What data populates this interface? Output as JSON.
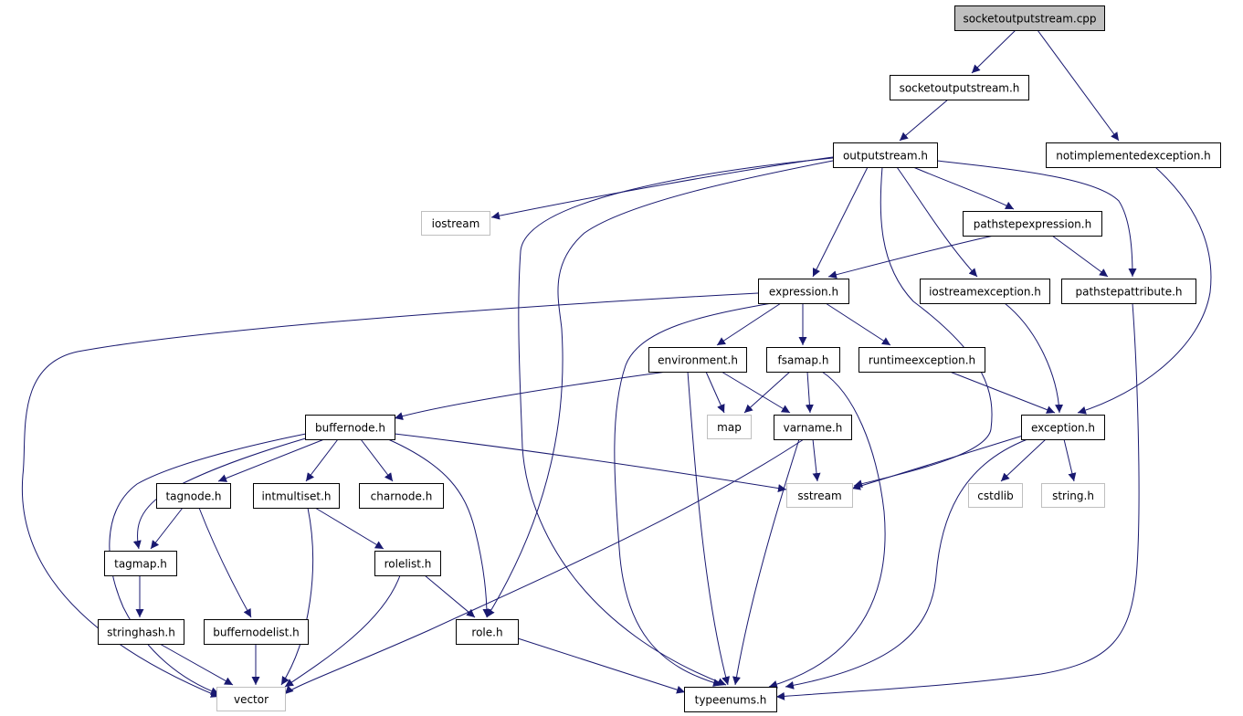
{
  "graph": {
    "colors": {
      "edge": "#191970",
      "root_fill": "#bfbfbf",
      "external_border": "#bfbfbf",
      "node_border": "#000000"
    },
    "nodes": [
      {
        "id": "socketoutputstream_cpp",
        "label": "socketoutputstream.cpp",
        "kind": "root"
      },
      {
        "id": "socketoutputstream_h",
        "label": "socketoutputstream.h",
        "kind": "file"
      },
      {
        "id": "outputstream_h",
        "label": "outputstream.h",
        "kind": "file"
      },
      {
        "id": "notimplementedexception_h",
        "label": "notimplementedexception.h",
        "kind": "file"
      },
      {
        "id": "iostream",
        "label": "iostream",
        "kind": "external"
      },
      {
        "id": "pathstepexpression_h",
        "label": "pathstepexpression.h",
        "kind": "file"
      },
      {
        "id": "expression_h",
        "label": "expression.h",
        "kind": "file"
      },
      {
        "id": "iostreamexception_h",
        "label": "iostreamexception.h",
        "kind": "file"
      },
      {
        "id": "pathstepattribute_h",
        "label": "pathstepattribute.h",
        "kind": "file"
      },
      {
        "id": "environment_h",
        "label": "environment.h",
        "kind": "file"
      },
      {
        "id": "fsamap_h",
        "label": "fsamap.h",
        "kind": "file"
      },
      {
        "id": "runtimeexception_h",
        "label": "runtimeexception.h",
        "kind": "file"
      },
      {
        "id": "buffernode_h",
        "label": "buffernode.h",
        "kind": "file"
      },
      {
        "id": "map",
        "label": "map",
        "kind": "external"
      },
      {
        "id": "varname_h",
        "label": "varname.h",
        "kind": "file"
      },
      {
        "id": "exception_h",
        "label": "exception.h",
        "kind": "file"
      },
      {
        "id": "tagnode_h",
        "label": "tagnode.h",
        "kind": "file"
      },
      {
        "id": "intmultiset_h",
        "label": "intmultiset.h",
        "kind": "file"
      },
      {
        "id": "charnode_h",
        "label": "charnode.h",
        "kind": "file"
      },
      {
        "id": "sstream",
        "label": "sstream",
        "kind": "external"
      },
      {
        "id": "cstdlib",
        "label": "cstdlib",
        "kind": "external"
      },
      {
        "id": "string_h",
        "label": "string.h",
        "kind": "external"
      },
      {
        "id": "tagmap_h",
        "label": "tagmap.h",
        "kind": "file"
      },
      {
        "id": "rolelist_h",
        "label": "rolelist.h",
        "kind": "file"
      },
      {
        "id": "stringhash_h",
        "label": "stringhash.h",
        "kind": "file"
      },
      {
        "id": "buffernodelist_h",
        "label": "buffernodelist.h",
        "kind": "file"
      },
      {
        "id": "role_h",
        "label": "role.h",
        "kind": "file"
      },
      {
        "id": "vector",
        "label": "vector",
        "kind": "external"
      },
      {
        "id": "typeenums_h",
        "label": "typeenums.h",
        "kind": "file"
      }
    ],
    "edges": [
      [
        "socketoutputstream_cpp",
        "socketoutputstream_h"
      ],
      [
        "socketoutputstream_cpp",
        "notimplementedexception_h"
      ],
      [
        "socketoutputstream_h",
        "outputstream_h"
      ],
      [
        "outputstream_h",
        "iostream"
      ],
      [
        "outputstream_h",
        "typeenums_h"
      ],
      [
        "outputstream_h",
        "role_h"
      ],
      [
        "outputstream_h",
        "expression_h"
      ],
      [
        "outputstream_h",
        "sstream"
      ],
      [
        "outputstream_h",
        "iostreamexception_h"
      ],
      [
        "outputstream_h",
        "pathstepexpression_h"
      ],
      [
        "outputstream_h",
        "pathstepattribute_h"
      ],
      [
        "notimplementedexception_h",
        "exception_h"
      ],
      [
        "pathstepexpression_h",
        "expression_h"
      ],
      [
        "pathstepexpression_h",
        "pathstepattribute_h"
      ],
      [
        "expression_h",
        "vector"
      ],
      [
        "expression_h",
        "typeenums_h"
      ],
      [
        "expression_h",
        "environment_h"
      ],
      [
        "expression_h",
        "fsamap_h"
      ],
      [
        "expression_h",
        "runtimeexception_h"
      ],
      [
        "iostreamexception_h",
        "exception_h"
      ],
      [
        "pathstepattribute_h",
        "typeenums_h"
      ],
      [
        "environment_h",
        "buffernode_h"
      ],
      [
        "environment_h",
        "map"
      ],
      [
        "environment_h",
        "varname_h"
      ],
      [
        "environment_h",
        "typeenums_h"
      ],
      [
        "fsamap_h",
        "map"
      ],
      [
        "fsamap_h",
        "varname_h"
      ],
      [
        "fsamap_h",
        "typeenums_h"
      ],
      [
        "runtimeexception_h",
        "exception_h"
      ],
      [
        "buffernode_h",
        "vector"
      ],
      [
        "buffernode_h",
        "tagmap_h"
      ],
      [
        "buffernode_h",
        "tagnode_h"
      ],
      [
        "buffernode_h",
        "intmultiset_h"
      ],
      [
        "buffernode_h",
        "charnode_h"
      ],
      [
        "buffernode_h",
        "sstream"
      ],
      [
        "buffernode_h",
        "role_h"
      ],
      [
        "varname_h",
        "sstream"
      ],
      [
        "varname_h",
        "vector"
      ],
      [
        "varname_h",
        "typeenums_h"
      ],
      [
        "exception_h",
        "sstream"
      ],
      [
        "exception_h",
        "cstdlib"
      ],
      [
        "exception_h",
        "string_h"
      ],
      [
        "exception_h",
        "typeenums_h"
      ],
      [
        "tagnode_h",
        "tagmap_h"
      ],
      [
        "tagnode_h",
        "buffernodelist_h"
      ],
      [
        "intmultiset_h",
        "rolelist_h"
      ],
      [
        "intmultiset_h",
        "vector"
      ],
      [
        "tagmap_h",
        "stringhash_h"
      ],
      [
        "rolelist_h",
        "role_h"
      ],
      [
        "rolelist_h",
        "vector"
      ],
      [
        "stringhash_h",
        "vector"
      ],
      [
        "buffernodelist_h",
        "vector"
      ],
      [
        "role_h",
        "typeenums_h"
      ]
    ]
  }
}
